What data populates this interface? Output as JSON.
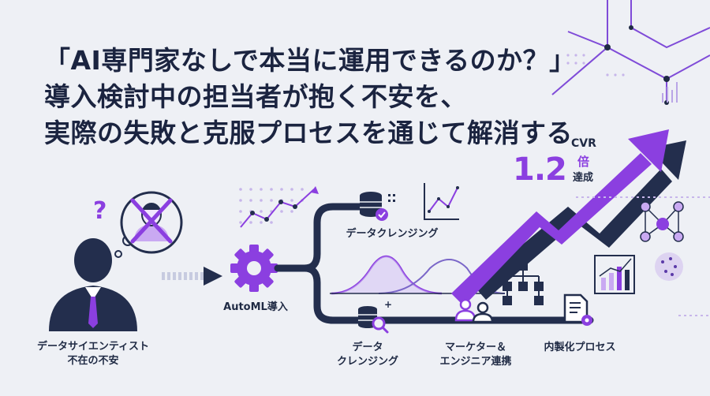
{
  "headline": {
    "line1": "「AI専門家なしで本当に運用できるのか？」",
    "line2": "導入検討中の担当者が抱く不安を、",
    "line3": "実際の失敗と克服プロセスを通じて解消する"
  },
  "metric": {
    "label": "CVR",
    "value": "1.2",
    "unit": "倍",
    "suffix": "達成"
  },
  "person": {
    "question_mark": "?",
    "caption_line1": "データサイエンティスト",
    "caption_line2": "不在の不安"
  },
  "flow": {
    "automl": "AutoML導入",
    "cleansing_top": "データクレンジング",
    "cleansing_bottom_line1": "データ",
    "cleansing_bottom_line2": "クレンジング",
    "collab_line1": "マーケター＆",
    "collab_line2": "エンジニア連携",
    "internalize": "内製化プロセス"
  },
  "colors": {
    "navy": "#232e4d",
    "purple": "#8b3fe0",
    "light_purple": "#c9a9f2",
    "background": "#eef0f5"
  }
}
